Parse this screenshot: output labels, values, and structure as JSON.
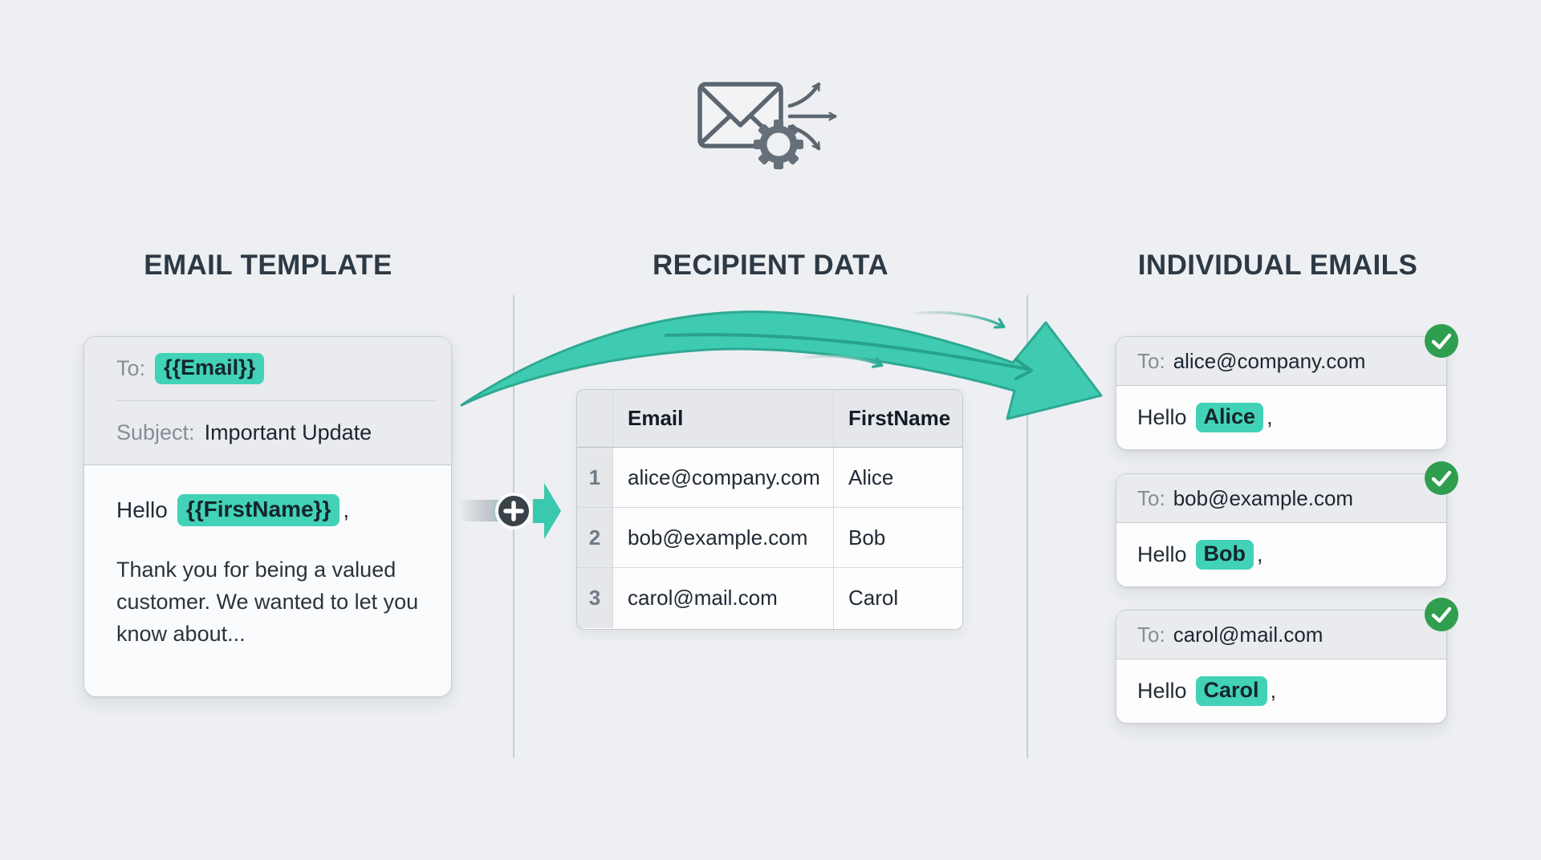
{
  "page": {
    "background_color": "#edeff2"
  },
  "colors": {
    "accent_teal": "#42d2b8",
    "arrow_teal_fill": "#3ecbb1",
    "arrow_teal_stroke": "#2fa893",
    "check_green": "#2f9e4e",
    "heading_dark": "#2d3945",
    "plus_circle_dark": "#394149"
  },
  "icons": {
    "top": "envelope-gear-fanout-icon",
    "connector": "plus-circle-icon",
    "merge": "swoosh-arrow-icon",
    "status": "check-circle-icon"
  },
  "columns": {
    "template": {
      "title": "EMAIL TEMPLATE"
    },
    "data": {
      "title": "RECIPIENT DATA"
    },
    "output": {
      "title": "INDIVIDUAL EMAILS"
    }
  },
  "template_card": {
    "to_label": "To:",
    "to_placeholder": "{{Email}}",
    "subject_label": "Subject:",
    "subject_value": "Important Update",
    "greeting_prefix": "Hello",
    "greeting_placeholder": "{{FirstName}}",
    "greeting_suffix": ",",
    "body": "Thank you for being a valued customer. We wanted to let you know about..."
  },
  "recipient_table": {
    "headers": {
      "email": "Email",
      "first_name": "FirstName"
    },
    "rows": [
      {
        "num": "1",
        "email": "alice@company.com",
        "first_name": "Alice"
      },
      {
        "num": "2",
        "email": "bob@example.com",
        "first_name": "Bob"
      },
      {
        "num": "3",
        "email": "carol@mail.com",
        "first_name": "Carol"
      }
    ]
  },
  "emails": [
    {
      "to_label": "To:",
      "to_value": "alice@company.com",
      "greeting_prefix": "Hello",
      "name": "Alice",
      "greeting_suffix": ","
    },
    {
      "to_label": "To:",
      "to_value": "bob@example.com",
      "greeting_prefix": "Hello",
      "name": "Bob",
      "greeting_suffix": ","
    },
    {
      "to_label": "To:",
      "to_value": "carol@mail.com",
      "greeting_prefix": "Hello",
      "name": "Carol",
      "greeting_suffix": ","
    }
  ]
}
